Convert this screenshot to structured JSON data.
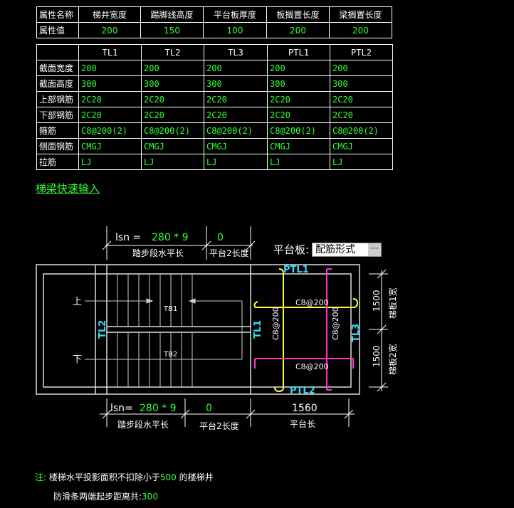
{
  "attributes": {
    "header": [
      "属性名称",
      "梯井宽度",
      "踢脚线高度",
      "平台板厚度",
      "板搁置长度",
      "梁搁置长度"
    ],
    "value_label": "属性值",
    "values": [
      "200",
      "150",
      "100",
      "200",
      "200"
    ]
  },
  "beams": {
    "columns": [
      "TL1",
      "TL2",
      "TL3",
      "PTL1",
      "PTL2"
    ],
    "rows": [
      {
        "label": "截面宽度",
        "cells": [
          "200",
          "200",
          "200",
          "200",
          "200"
        ]
      },
      {
        "label": "截面高度",
        "cells": [
          "300",
          "300",
          "300",
          "300",
          "300"
        ]
      },
      {
        "label": "上部钢筋",
        "cells": [
          "2C20",
          "2C20",
          "2C20",
          "2C20",
          "2C20"
        ]
      },
      {
        "label": "下部钢筋",
        "cells": [
          "2C20",
          "2C20",
          "2C20",
          "2C20",
          "2C20"
        ]
      },
      {
        "label": "箍筋",
        "cells": [
          "C8@200(2)",
          "C8@200(2)",
          "C8@200(2)",
          "C8@200(2)",
          "C8@200(2)"
        ]
      },
      {
        "label": "侧面钢筋",
        "cells": [
          "CMGJ",
          "CMGJ",
          "CMGJ",
          "CMGJ",
          "CMGJ"
        ]
      },
      {
        "label": "拉筋",
        "cells": [
          "LJ",
          "LJ",
          "LJ",
          "LJ",
          "LJ"
        ]
      }
    ]
  },
  "quick_input_link": "梯梁快速输入",
  "slab": {
    "label": "平台板:",
    "selected": "配筋形式",
    "dots": "···"
  },
  "diagram": {
    "top_lsn_prefix": "lsn =",
    "top_lsn_value": "280 * 9",
    "top_platform2": "0",
    "top_label_run": "踏步段水平长",
    "top_label_platform2": "平台2长度",
    "bottom_lsn_prefix": "lsn=",
    "bottom_lsn_value": "280 * 9",
    "bottom_platform2": "0",
    "bottom_platform_len": "1560",
    "bottom_label_run": "踏步段水平长",
    "bottom_label_platform2": "平台2长度",
    "bottom_label_platform": "平台长",
    "up": "上",
    "down": "下",
    "te1": "TB1",
    "te2": "TB2",
    "tl1": "TL1",
    "tl2": "TL2",
    "tl3": "TL3",
    "ptl1": "PTL1",
    "ptl2": "PTL2",
    "rebar_h_top": "C8@200",
    "rebar_h_bottom": "C8@200",
    "rebar_v_left": "C8@200",
    "rebar_v_right": "C8@200",
    "dim_1500_a": "1500",
    "dim_1500_b": "1500",
    "run_width_1": "梯板1宽",
    "run_width_2": "梯板2宽"
  },
  "notes": {
    "prefix": "注:",
    "line1_a": "楼梯水平投影面积不扣除小于",
    "line1_num": "500",
    "line1_b": "的楼梯井",
    "line2_a": "防滑条两端起步距离共:",
    "line2_num": "300"
  },
  "colors": {
    "green": "#33ff33",
    "cyan": "#33ddff",
    "yellow": "#ffff33",
    "magenta": "#ff33cc",
    "background": "#000000"
  }
}
